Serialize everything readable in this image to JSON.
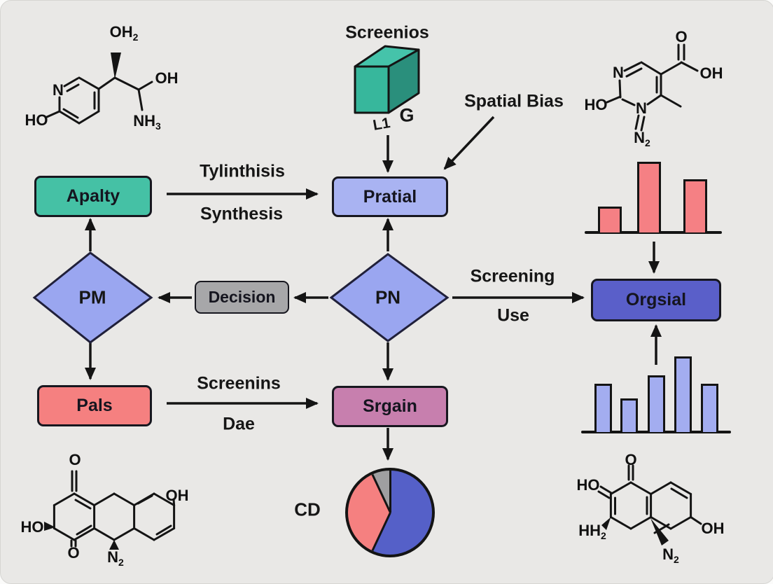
{
  "canvas": {
    "background": "#e9e8e6",
    "line_color": "#141414"
  },
  "cube": {
    "title": "Screenios",
    "caption_left": "L1",
    "caption_right": "G",
    "face_front": "#37b79c",
    "face_top": "#45c3aa",
    "face_side": "#2a8f7c"
  },
  "nodes": {
    "apalty": {
      "label": "Apalty",
      "fill": "#45c1a5"
    },
    "pratial": {
      "label": "Pratial",
      "fill": "#a9b3f2"
    },
    "decision": {
      "label": "Decision",
      "fill": "#a7a7a9"
    },
    "orgsial": {
      "label": "Orgsial",
      "fill": "#5a5fc9"
    },
    "pals": {
      "label": "Pals",
      "fill": "#f58080"
    },
    "srgain": {
      "label": "Srgain",
      "fill": "#c77fae"
    },
    "pm": {
      "label": "PM",
      "fill": "#9aa6f0"
    },
    "pn": {
      "label": "PN",
      "fill": "#9aa6f0"
    }
  },
  "edge_labels": {
    "spatial_bias": "Spatial Bias",
    "synthesis_top": "Tylinthisis",
    "synthesis_bottom": "Synthesis",
    "screening_top": "Screening",
    "screening_bottom": "Use",
    "screenins_top": "Screenins",
    "screenins_bottom": "Dae",
    "pie_caption": "CD"
  },
  "chart_data": [
    {
      "type": "bar",
      "name": "red-bars",
      "position": "top-right",
      "values": [
        37,
        100,
        75
      ],
      "color": "#f58084",
      "ylim": [
        0,
        100
      ],
      "grid": false
    },
    {
      "type": "bar",
      "name": "blue-bars",
      "position": "bottom-right",
      "values": [
        64,
        44,
        75,
        100,
        64
      ],
      "color": "#a3adf0",
      "ylim": [
        0,
        100
      ],
      "grid": false
    },
    {
      "type": "pie",
      "name": "cd-pie",
      "label": "CD",
      "values": [
        57,
        36,
        7
      ],
      "colors": [
        "#5560c8",
        "#f58080",
        "#9f9fa1"
      ],
      "slice_names": [
        "blue",
        "red",
        "gray"
      ]
    }
  ],
  "molecules": {
    "top_left": {
      "oh2": {
        "main": "OH",
        "sub": "2"
      },
      "n": {
        "main": "N"
      },
      "ho": {
        "main": "HO"
      },
      "oh": {
        "main": "OH"
      },
      "nh3": {
        "main": "NH",
        "sub": "3"
      }
    },
    "top_right": {
      "o": {
        "main": "O"
      },
      "oh": {
        "main": "OH"
      },
      "n1": {
        "main": "N"
      },
      "ho": {
        "main": "HO"
      },
      "n2": {
        "main": "N"
      },
      "n2g": {
        "main": "N",
        "sub": "2"
      }
    },
    "bottom_left": {
      "o_top": {
        "main": "O"
      },
      "ho": {
        "main": "HO"
      },
      "o_bot": {
        "main": "O"
      },
      "n2": {
        "main": "N",
        "sub": "2"
      },
      "oh": {
        "main": "OH"
      }
    },
    "bottom_right": {
      "o": {
        "main": "O"
      },
      "ho": {
        "main": "HO"
      },
      "hh2": {
        "main": "HH",
        "sub": "2"
      },
      "oh": {
        "main": "OH"
      },
      "n2": {
        "main": "N",
        "sub": "2"
      }
    }
  }
}
